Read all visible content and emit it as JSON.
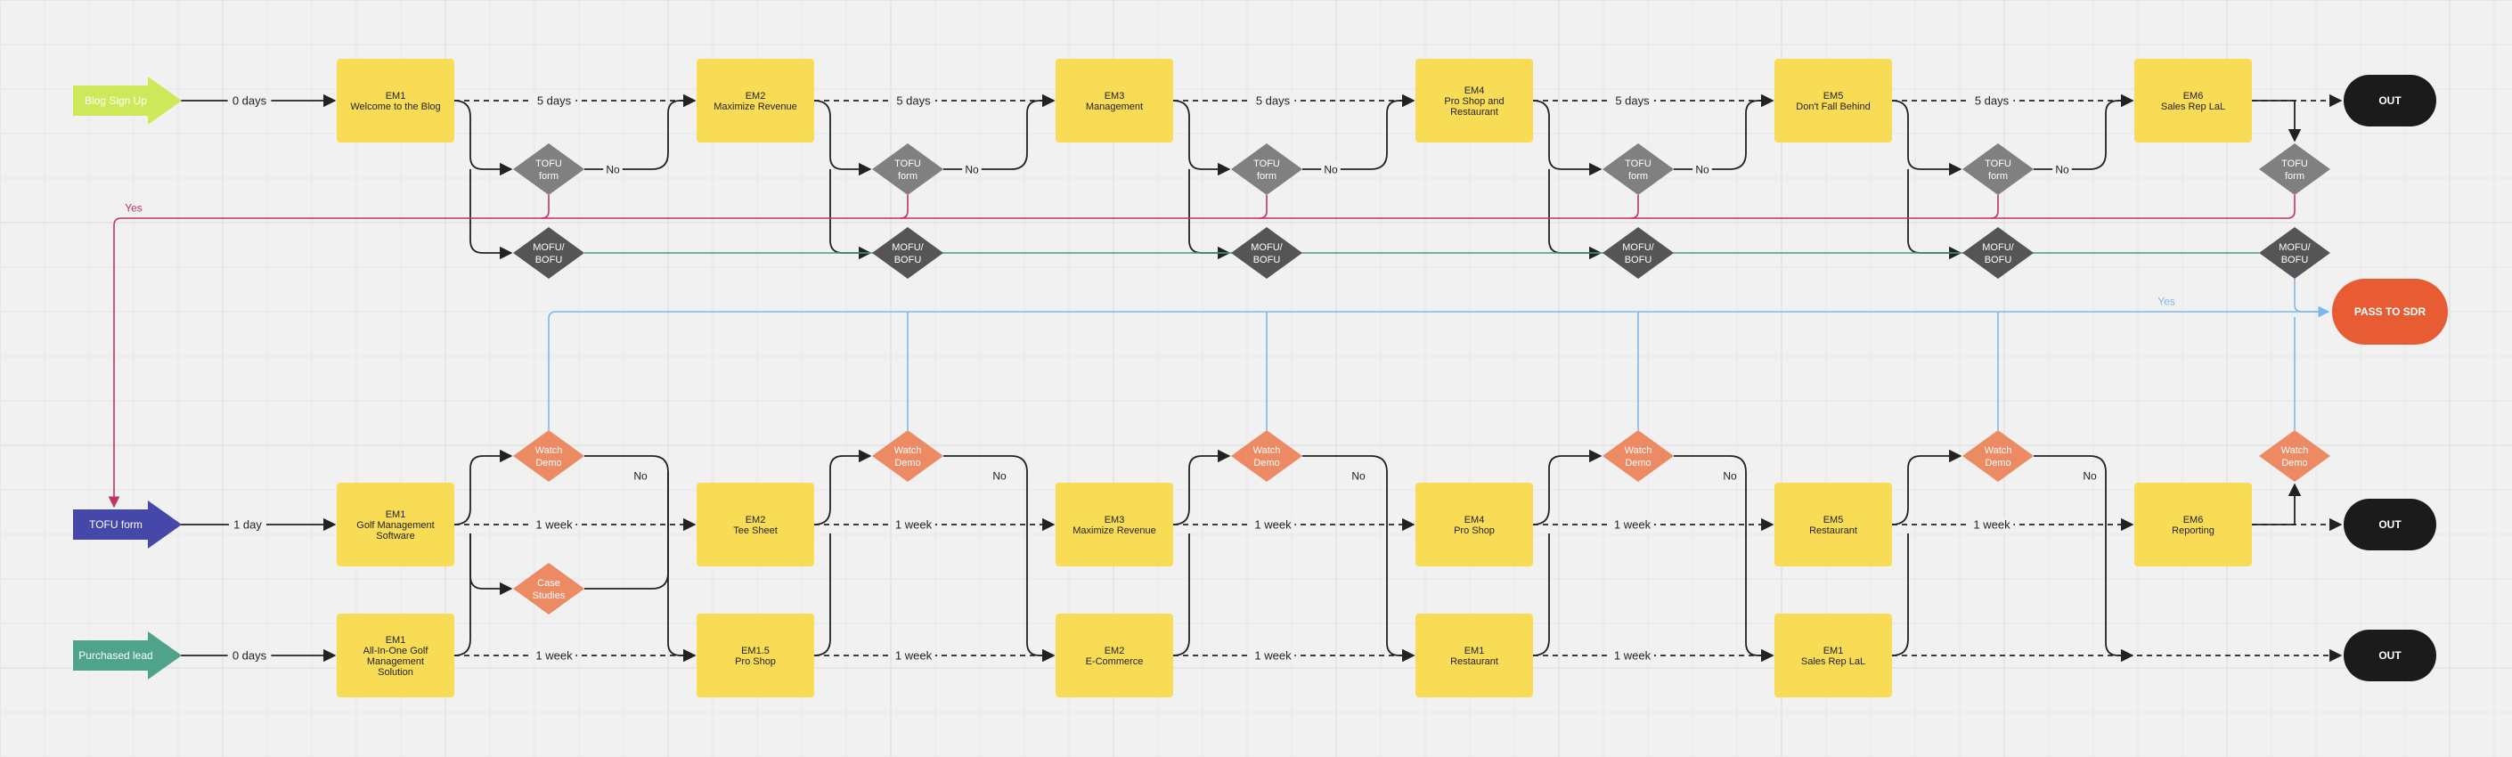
{
  "colors": {
    "background": "#f1f1f1",
    "grid": "#dcdcdc",
    "email_card": "#f8dc56",
    "tofu_diamond": "#808080",
    "mofu_diamond": "#555555",
    "demo_diamond": "#ec8a64",
    "terminal": "#1b1b1b",
    "sdr": "#e85c33",
    "blog_arrow": "#cce95a",
    "tofu_arrow": "#4548a8",
    "purchased_arrow": "#4ea48a",
    "yes_line": "#c2335c",
    "mofu_line": "#3d9d7e",
    "demo_line": "#7fb7ec",
    "flow_line": "#222222"
  },
  "entries": {
    "blog": "Blog Sign Up",
    "tofu": "TOFU form",
    "purchased": "Purchased lead"
  },
  "terminals": {
    "out_top": "OUT",
    "out_mid": "OUT",
    "out_bottom": "OUT",
    "sdr": "PASS TO SDR"
  },
  "row1": {
    "delay": "0 days",
    "emails": [
      [
        "EM1",
        "Welcome to the Blog"
      ],
      [
        "EM2",
        "Maximize Revenue"
      ],
      [
        "EM3",
        "Management"
      ],
      [
        "EM4",
        "Pro Shop and",
        "Restaurant"
      ],
      [
        "EM5",
        "Don't Fall Behind"
      ],
      [
        "EM6",
        "Sales Rep LaL"
      ]
    ],
    "waits": [
      "5 days",
      "5 days",
      "5 days",
      "5 days",
      "5 days"
    ]
  },
  "row2": {
    "delay": "1 day",
    "emails": [
      [
        "EM1",
        "Golf Management",
        "Software"
      ],
      [
        "EM2",
        "Tee Sheet"
      ],
      [
        "EM3",
        "Maximize Revenue"
      ],
      [
        "EM4",
        "Pro Shop"
      ],
      [
        "EM5",
        "Restaurant"
      ],
      [
        "EM6",
        "Reporting"
      ]
    ],
    "waits": [
      "1 week",
      "1 week",
      "1 week",
      "1 week",
      "1 week"
    ]
  },
  "row3": {
    "delay": "0 days",
    "emails": [
      [
        "EM1",
        "All-In-One Golf",
        "Management",
        "Solution"
      ],
      [
        "EM1.5",
        "Pro Shop"
      ],
      [
        "EM2",
        "E-Commerce"
      ],
      [
        "EM1",
        "Restaurant"
      ],
      [
        "EM1",
        "Sales Rep LaL"
      ]
    ],
    "waits": [
      "1 week",
      "1 week",
      "1 week",
      "1 week"
    ]
  },
  "diamonds": {
    "tofu": [
      "TOFU",
      "form"
    ],
    "mofu": [
      "MOFU/",
      "BOFU"
    ],
    "demo": [
      "Watch",
      "Demo"
    ],
    "case": [
      "Case",
      "Studies"
    ]
  },
  "labels": {
    "no": "No",
    "yes": "Yes"
  }
}
